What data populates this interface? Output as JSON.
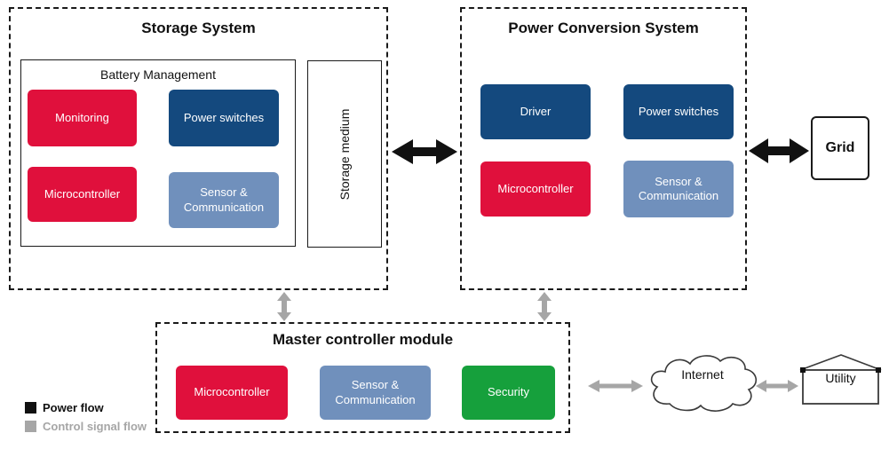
{
  "colors": {
    "red": "#E0103C",
    "blue": "#14497E",
    "steel": "#7090BC",
    "green": "#16A03C",
    "gray": "#A6A6A6",
    "ink": "#111111"
  },
  "storage_system": {
    "title": "Storage System",
    "battery_management": {
      "title": "Battery Management",
      "blocks": [
        {
          "label": "Monitoring",
          "color": "red"
        },
        {
          "label": "Power switches",
          "color": "blue"
        },
        {
          "label": "Microcontroller",
          "color": "red"
        },
        {
          "label": "Sensor & Communication",
          "color": "steel"
        }
      ]
    },
    "storage_medium_label": "Storage medium"
  },
  "power_conversion_system": {
    "title": "Power Conversion System",
    "blocks": [
      {
        "label": "Driver",
        "color": "blue"
      },
      {
        "label": "Power switches",
        "color": "blue"
      },
      {
        "label": "Microcontroller",
        "color": "red"
      },
      {
        "label": "Sensor & Communication",
        "color": "steel"
      }
    ]
  },
  "master_controller_module": {
    "title": "Master controller module",
    "blocks": [
      {
        "label": "Microcontroller",
        "color": "red"
      },
      {
        "label": "Sensor & Communication",
        "color": "steel"
      },
      {
        "label": "Security",
        "color": "green"
      }
    ]
  },
  "grid": {
    "label": "Grid"
  },
  "internet": {
    "label": "Internet"
  },
  "utility": {
    "label": "Utility"
  },
  "legend": {
    "items": [
      {
        "label": "Power flow",
        "color": "ink"
      },
      {
        "label": "Control signal flow",
        "color": "gray"
      }
    ]
  },
  "flows": [
    {
      "type": "power",
      "from": "Storage System",
      "to": "Power Conversion System",
      "bidirectional": true
    },
    {
      "type": "power",
      "from": "Power Conversion System",
      "to": "Grid",
      "bidirectional": true
    },
    {
      "type": "control",
      "from": "Storage System",
      "to": "Master controller module",
      "bidirectional": true
    },
    {
      "type": "control",
      "from": "Power Conversion System",
      "to": "Master controller module",
      "bidirectional": true
    },
    {
      "type": "control",
      "from": "Master controller module",
      "to": "Internet",
      "bidirectional": true
    },
    {
      "type": "control",
      "from": "Internet",
      "to": "Utility",
      "bidirectional": true
    }
  ]
}
